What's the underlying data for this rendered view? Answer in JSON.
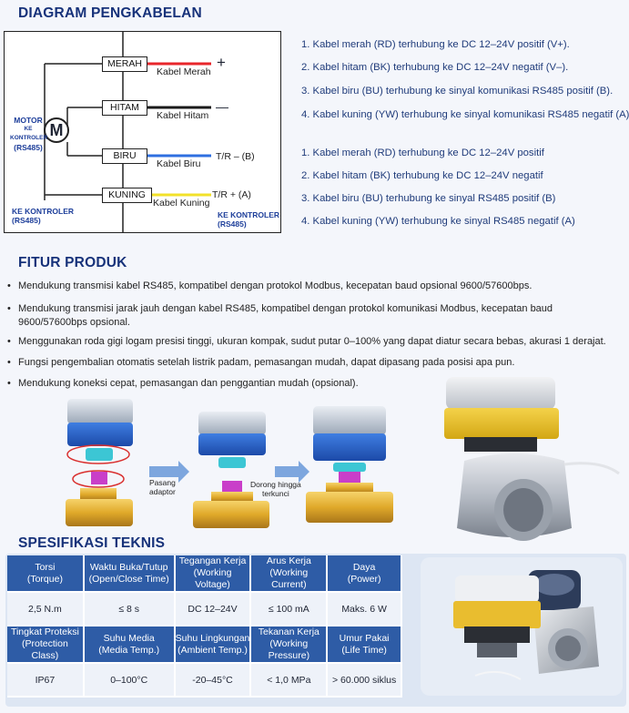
{
  "diagram": {
    "title": "DIAGRAM PENGKABELAN",
    "boxes": [
      "MERAH",
      "HITAM",
      "BIRU",
      "KUNING"
    ],
    "wire_labels": [
      "Kabel Merah",
      "Kabel Hitam",
      "Kabel Biru",
      "Kabel Kuning"
    ],
    "signs": [
      "+",
      "—",
      "T/R – (B)",
      "T/R + (A)"
    ],
    "motor_symbol": "M",
    "motor_label": [
      "MOTOR",
      "KE KONTROLER",
      "(RS485)"
    ],
    "left_label": [
      "KE KONTROLER",
      "(RS485)"
    ],
    "right_label": [
      "KE KONTROLER",
      "(RS485)"
    ],
    "colors": {
      "red": "#e8262b",
      "black": "#1a1a1a",
      "blue": "#2f6fe0",
      "yellow": "#f2e12a"
    }
  },
  "notes_group1": [
    "1.  Kabel merah (RD) terhubung ke DC 12–24V positif (V+).",
    "2.  Kabel hitam (BK) terhubung ke DC 12–24V negatif (V–).",
    "3.  Kabel biru (BU) terhubung ke sinyal komunikasi RS485 positif (B).",
    "4.  Kabel kuning (YW) terhubung ke sinyal komunikasi RS485 negatif (A)."
  ],
  "notes_group2": [
    "1.  Kabel merah (RD) terhubung ke DC 12–24V positif",
    "2.  Kabel hitam (BK) terhubung ke DC 12–24V negatif",
    "3.  Kabel biru (BU) terhubung ke sinyal RS485 positif (B)",
    "4.  Kabel kuning (YW) terhubung ke sinyal RS485 negatif (A)"
  ],
  "features": {
    "title": "FITUR PRODUK",
    "items": [
      "Mendukung transmisi kabel RS485, kompatibel dengan protokol Modbus, kecepatan baud opsional 9600/57600bps.",
      "Mendukung transmisi jarak jauh dengan kabel RS485, kompatibel dengan protokol komunikasi Modbus, kecepatan baud 9600/57600bps opsional.",
      "Menggunakan roda gigi logam presisi tinggi, ukuran kompak, sudut putar 0–100% yang dapat diatur secara bebas, akurasi 1 derajat.",
      "Fungsi pengembalian otomatis setelah listrik padam, pemasangan mudah, dapat dipasang pada posisi apa pun.",
      "Mendukung koneksi cepat, pemasangan dan penggantian mudah (opsional)."
    ]
  },
  "assembly": {
    "step1": [
      "Pasang",
      "adaptor"
    ],
    "step2": [
      "Dorong hingga",
      "terkunci"
    ]
  },
  "specs": {
    "title": "SPESIFIKASI TEKNIS",
    "row1_headers": [
      [
        "Torsi",
        "(Torque)"
      ],
      [
        "Waktu Buka/Tutup",
        "(Open/Close Time)"
      ],
      [
        "Tegangan Kerja",
        "(Working Voltage)"
      ],
      [
        "Arus Kerja",
        "(Working Current)"
      ],
      [
        "Daya",
        "(Power)"
      ]
    ],
    "row1_values": [
      "2,5 N.m",
      "≤ 8 s",
      "DC 12–24V",
      "≤ 100 mA",
      "Maks. 6 W"
    ],
    "row2_headers": [
      [
        "Tingkat Proteksi",
        "(Protection Class)"
      ],
      [
        "Suhu Media",
        "(Media Temp.)"
      ],
      [
        "Suhu Lingkungan",
        "(Ambient Temp.)"
      ],
      [
        "Tekanan Kerja",
        "(Working Pressure)"
      ],
      [
        "Umur Pakai",
        "(Life Time)"
      ]
    ],
    "row2_values": [
      "IP67",
      "0–100°C",
      "-20–45°C",
      "< 1,0 MPa",
      "> 60.000 siklus"
    ]
  }
}
